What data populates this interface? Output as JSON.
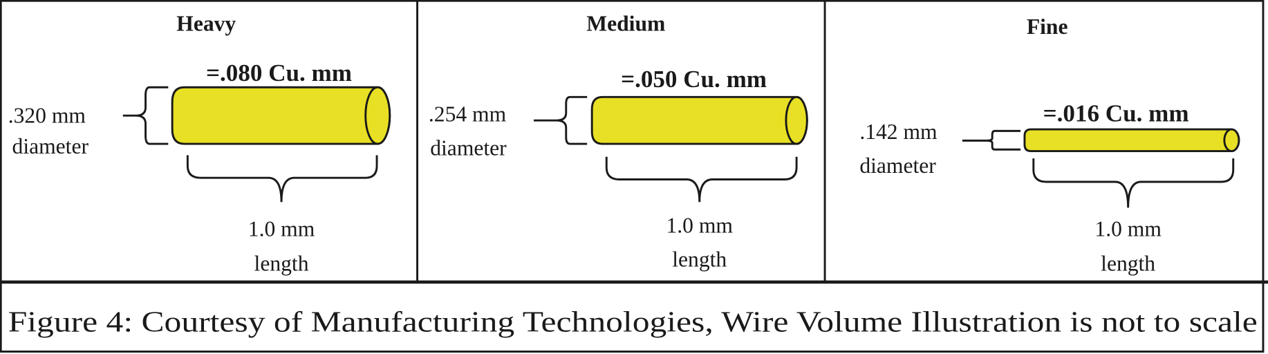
{
  "panels": [
    {
      "title": "Heavy",
      "volume": "=.080 Cu. mm",
      "diameter_value": ".320 mm",
      "diameter_label": "diameter",
      "length_value": "1.0 mm",
      "length_label": "length"
    },
    {
      "title": "Medium",
      "volume": "=.050 Cu. mm",
      "diameter_value": ".254 mm",
      "diameter_label": "diameter",
      "length_value": "1.0 mm",
      "length_label": "length"
    },
    {
      "title": "Fine",
      "volume": "=.016 Cu. mm",
      "diameter_value": ".142 mm",
      "diameter_label": "diameter",
      "length_value": "1.0 mm",
      "length_label": "length"
    }
  ],
  "caption": "Figure 4: Courtesy of Manufacturing Technologies, Wire Volume Illustration is not to scale",
  "colors": {
    "wire": "#e8e024",
    "ink": "#1a1a1a"
  }
}
